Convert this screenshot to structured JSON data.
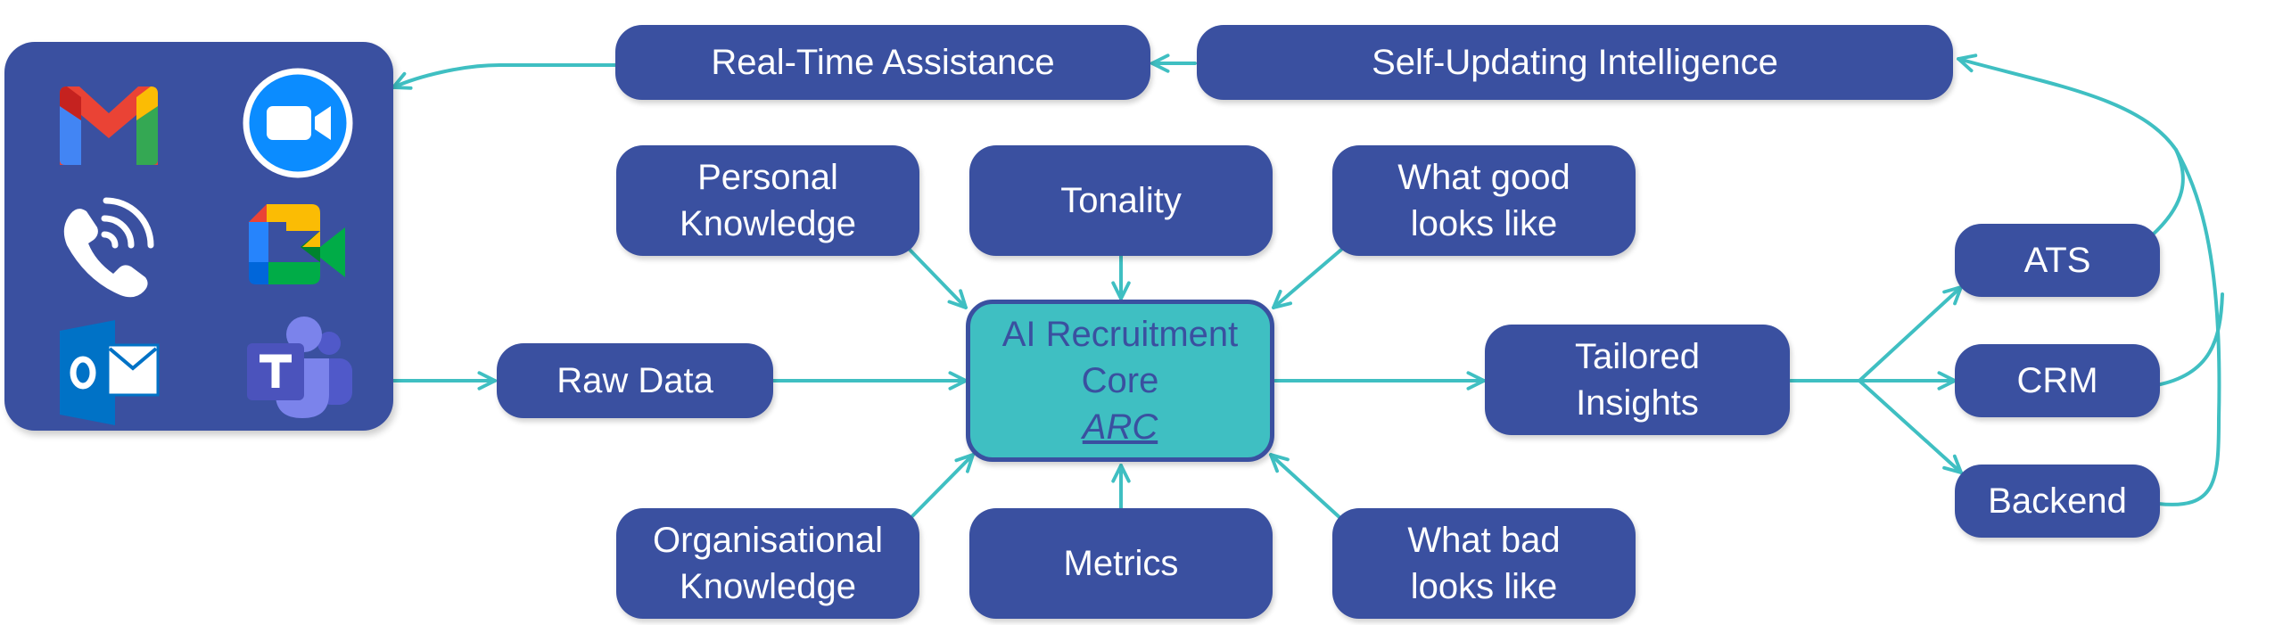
{
  "diagram": {
    "accent_colors": {
      "node": "#3a50a0",
      "core": "#3fbfc2",
      "wire": "#3fbfc2",
      "text_light": "#ffffff"
    },
    "apps_panel": {
      "icons": [
        "gmail-icon",
        "zoom-icon",
        "phone-call-icon",
        "google-meet-icon",
        "outlook-icon",
        "microsoft-teams-icon"
      ]
    },
    "nodes": {
      "real_time_assistance": "Real-Time Assistance",
      "self_updating_intelligence": "Self-Updating Intelligence",
      "personal_knowledge": [
        "Personal",
        "Knowledge"
      ],
      "tonality": "Tonality",
      "what_good": [
        "What good",
        "looks like"
      ],
      "raw_data": "Raw Data",
      "core": {
        "line1": "AI Recruitment",
        "line2": "Core",
        "abbr": "ARC"
      },
      "tailored_insights": [
        "Tailored",
        "Insights"
      ],
      "organisational_knowledge": [
        "Organisational",
        "Knowledge"
      ],
      "metrics": "Metrics",
      "what_bad": [
        "What bad",
        "looks like"
      ],
      "ats": "ATS",
      "crm": "CRM",
      "backend": "Backend"
    },
    "edges": [
      [
        "apps",
        "raw_data"
      ],
      [
        "raw_data",
        "core"
      ],
      [
        "personal_knowledge",
        "core"
      ],
      [
        "tonality",
        "core"
      ],
      [
        "what_good",
        "core"
      ],
      [
        "organisational_knowledge",
        "core"
      ],
      [
        "metrics",
        "core"
      ],
      [
        "what_bad",
        "core"
      ],
      [
        "core",
        "tailored_insights"
      ],
      [
        "tailored_insights",
        "ats"
      ],
      [
        "tailored_insights",
        "crm"
      ],
      [
        "tailored_insights",
        "backend"
      ],
      [
        "ats",
        "self_updating_intelligence"
      ],
      [
        "crm",
        "self_updating_intelligence"
      ],
      [
        "backend",
        "self_updating_intelligence"
      ],
      [
        "self_updating_intelligence",
        "real_time_assistance"
      ],
      [
        "real_time_assistance",
        "apps"
      ]
    ]
  }
}
